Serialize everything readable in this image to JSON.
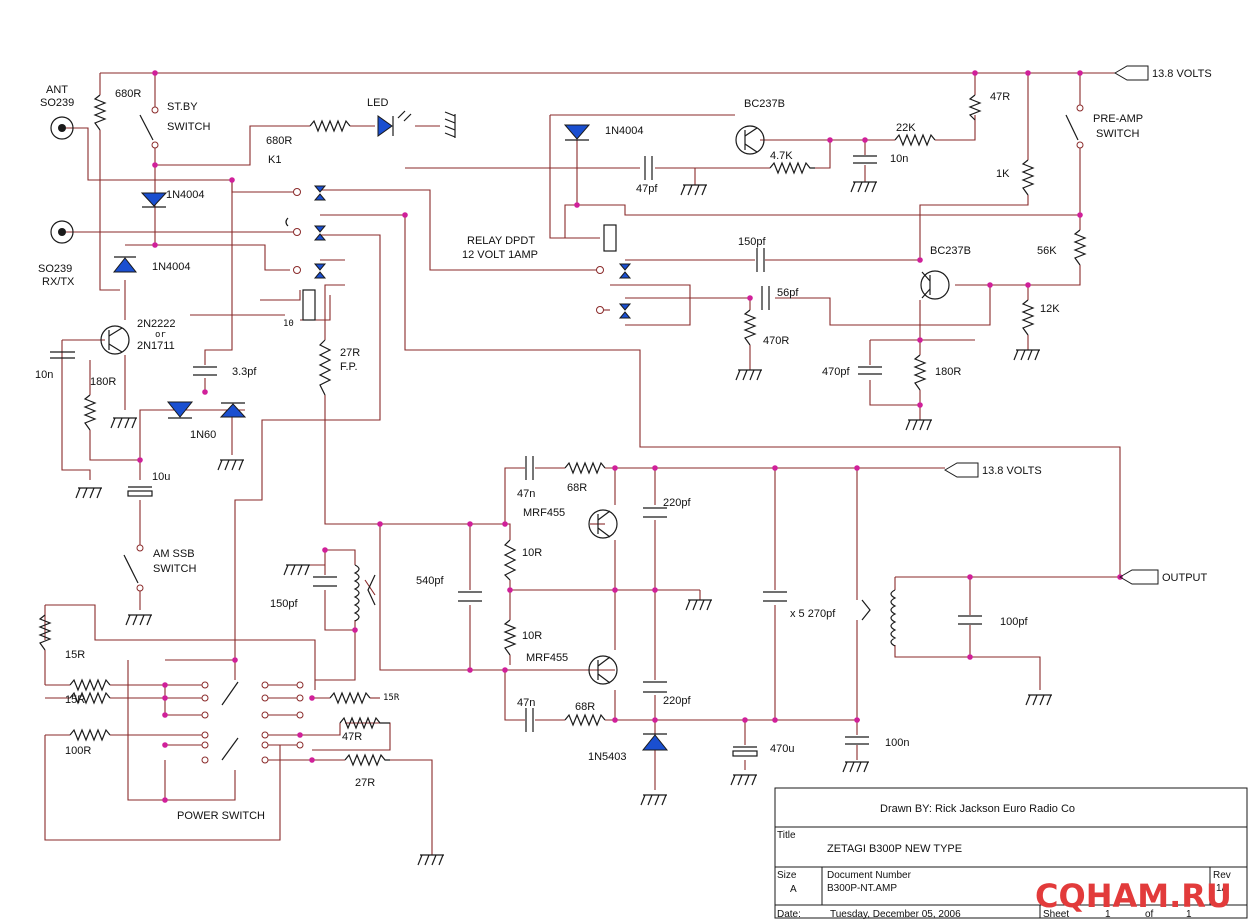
{
  "labels": {
    "ant": "ANT",
    "so239_top": "SO239",
    "so239_bottom": "SO239",
    "rxtx": "RX/TX",
    "r680_top": "680R",
    "stby": "ST.BY",
    "switch_stby": "SWITCH",
    "led": "LED",
    "r680_led": "680R",
    "k1": "K1",
    "d1n4004_a": "1N4004",
    "d1n4004_b": "1N4004",
    "d1n4004_c": "1N4004",
    "q2n2222": "2N2222",
    "or": "or",
    "q2n1711": "2N1711",
    "c10n_left": "10n",
    "r180_left": "180R",
    "c3p3": "3.3pf",
    "d1n60": "1N60",
    "c10u": "10u",
    "amssb": "AM SSB",
    "switch_amssb": "SWITCH",
    "relay_dpdt": "RELAY DPDT",
    "relay_spec": "12 VOLT 1AMP",
    "relay_pin": "10",
    "r27_fp": "27R",
    "fp": "F.P.",
    "bc237b_top": "BC237B",
    "r22k": "22K",
    "r4k7": "4.7K",
    "c10n_top": "10n",
    "c47pf": "47pf",
    "r47": "47R",
    "v138_top": "13.8 VOLTS",
    "preamp": "PRE-AMP",
    "switch_preamp": "SWITCH",
    "r1k": "1K",
    "c150pf_top": "150pf",
    "c56pf": "56pf",
    "r470": "470R",
    "bc237b_bot": "BC237B",
    "r56k": "56K",
    "r12k": "12K",
    "c470pf": "470pf",
    "r180_right": "180R",
    "c47n_top": "47n",
    "r68_top": "68R",
    "mrf455_top": "MRF455",
    "c220pf_top": "220pf",
    "v138_mid": "13.8 VOLTS",
    "r10_top": "10R",
    "c540pf": "540pf",
    "c150pf_left": "150pf",
    "x5_270": "x 5 270pf",
    "output": "OUTPUT",
    "c100pf": "100pf",
    "r10_bot": "10R",
    "mrf455_bot": "MRF455",
    "c220pf_bot": "220pf",
    "c47n_bot": "47n",
    "r68_bot": "68R",
    "d1n5403": "1N5403",
    "c470u": "470u",
    "c100n": "100n",
    "r15_a": "15R",
    "r15_b": "15R",
    "r15_c": "15R",
    "r100": "100R",
    "r47_pw": "47R",
    "r27_pw": "27R",
    "power_switch": "POWER SWITCH"
  },
  "title_block": {
    "drawn_by": "Drawn BY: Rick Jackson Euro Radio Co",
    "title_label": "Title",
    "title": "ZETAGI B300P NEW TYPE",
    "size_label": "Size",
    "size": "A",
    "docnum_label": "Document Number",
    "docnum": "B300P-NT.AMP",
    "rev_label": "Rev",
    "rev": "1A",
    "date_label": "Date:",
    "date": "Tuesday, December 05, 2006",
    "sheet_label": "Sheet",
    "sheet": "1",
    "of_label": "of",
    "sheet_total": "1"
  },
  "watermark": "CQHAM.RU",
  "colors": {
    "wire": "#8a2a2a",
    "junction": "#d0209a",
    "diode_fill": "#1a4fd0",
    "watermark": "#e23b3b"
  }
}
